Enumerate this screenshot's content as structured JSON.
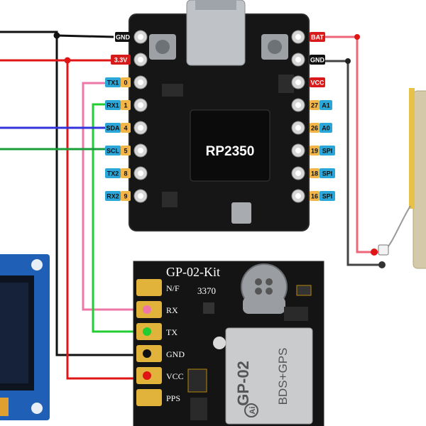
{
  "mcu": {
    "chip_label": "RP2350",
    "left_pins": [
      {
        "tag": "GND",
        "num": "",
        "tag_color": "#111111",
        "text_color": "#ffffff"
      },
      {
        "tag": "3.3V",
        "num": "",
        "tag_color": "#d71a1a",
        "text_color": "#ffffff"
      },
      {
        "tag": "TX1",
        "num": "0",
        "tag_color": "#2aa7d8",
        "text_color": "#111111"
      },
      {
        "tag": "RX1",
        "num": "1",
        "tag_color": "#2aa7d8",
        "text_color": "#111111"
      },
      {
        "tag": "SDA",
        "num": "4",
        "tag_color": "#2aa7d8",
        "text_color": "#111111"
      },
      {
        "tag": "SCL",
        "num": "5",
        "tag_color": "#2aa7d8",
        "text_color": "#111111"
      },
      {
        "tag": "TX2",
        "num": "8",
        "tag_color": "#2aa7d8",
        "text_color": "#111111"
      },
      {
        "tag": "RX2",
        "num": "9",
        "tag_color": "#2aa7d8",
        "text_color": "#111111"
      }
    ],
    "right_pins": [
      {
        "tag": "BAT",
        "num": "",
        "tag_color": "#d71a1a",
        "text_color": "#ffffff"
      },
      {
        "tag": "GND",
        "num": "",
        "tag_color": "#111111",
        "text_color": "#ffffff"
      },
      {
        "tag": "VCC",
        "num": "",
        "tag_color": "#d71a1a",
        "text_color": "#ffffff"
      },
      {
        "tag": "A1",
        "num": "27",
        "tag_color": "#2aa7d8",
        "text_color": "#111111"
      },
      {
        "tag": "A0",
        "num": "26",
        "tag_color": "#2aa7d8",
        "text_color": "#111111"
      },
      {
        "tag": "SPI",
        "num": "19",
        "tag_color": "#2aa7d8",
        "text_color": "#111111"
      },
      {
        "tag": "SPI",
        "num": "18",
        "tag_color": "#2aa7d8",
        "text_color": "#111111"
      },
      {
        "tag": "SPI",
        "num": "16",
        "tag_color": "#2aa7d8",
        "text_color": "#111111"
      }
    ]
  },
  "gps": {
    "title": "GP-02-Kit",
    "code": "3370",
    "pins": [
      "N/F",
      "RX",
      "TX",
      "GND",
      "VCC",
      "PPS"
    ],
    "module_name": "GP-02",
    "module_sub": "BDS+GPS",
    "module_logo": "Ai"
  },
  "wire_colors": {
    "gnd": "#111111",
    "power": "#e01515",
    "tx": "#ee77a8",
    "rx": "#22cc33",
    "sda": "#3333dd",
    "scl": "#1a9e3a",
    "battery_pos": "#ee6677",
    "battery_neg": "#444444"
  }
}
